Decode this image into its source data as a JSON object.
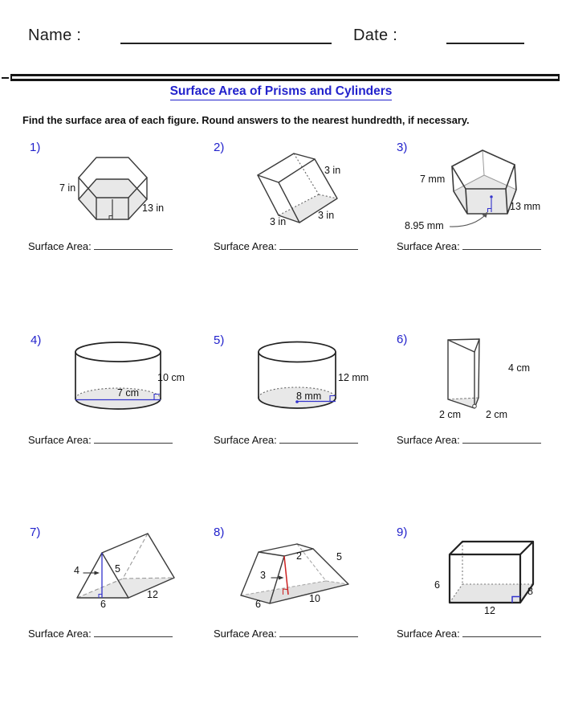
{
  "header": {
    "name_label": "Name :",
    "date_label": "Date :"
  },
  "title": "Surface Area of Prisms and Cylinders",
  "instruction": "Find the surface area of each figure. Round answers to the nearest hundredth, if necessary.",
  "surface_area_label": "Surface Area:",
  "problems": [
    {
      "number": "1)",
      "shape": "hexagonal prism",
      "labels": [
        "7 in",
        "13 in"
      ]
    },
    {
      "number": "2)",
      "shape": "oblique cube",
      "labels": [
        "3 in",
        "3 in",
        "3 in"
      ]
    },
    {
      "number": "3)",
      "shape": "pentagonal prism",
      "labels": [
        "7 mm",
        "13 mm",
        "8.95 mm"
      ]
    },
    {
      "number": "4)",
      "shape": "cylinder",
      "labels": [
        "10 cm",
        "7 cm"
      ]
    },
    {
      "number": "5)",
      "shape": "cylinder",
      "labels": [
        "12 mm",
        "8 mm"
      ]
    },
    {
      "number": "6)",
      "shape": "triangular prism",
      "labels": [
        "4 cm",
        "2 cm",
        "2 cm"
      ]
    },
    {
      "number": "7)",
      "shape": "triangular prism",
      "labels": [
        "4",
        "5",
        "6",
        "12"
      ]
    },
    {
      "number": "8)",
      "shape": "trapezoidal prism",
      "labels": [
        "2",
        "5",
        "3",
        "6",
        "10"
      ]
    },
    {
      "number": "9)",
      "shape": "rectangular prism",
      "labels": [
        "6",
        "8",
        "12"
      ]
    }
  ],
  "colors": {
    "accent_blue": "#2222cc",
    "measure_blue": "#3333cc",
    "altitude_red": "#cc2222",
    "shade_gray": "#e8e8e8"
  }
}
